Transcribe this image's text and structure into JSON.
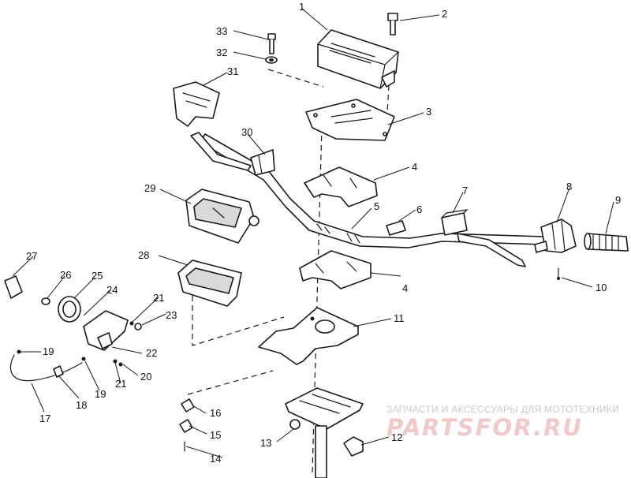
{
  "watermark": {
    "caption": "ЗАПЧАСТИ И АКСЕССУАРЫ ДЛЯ МОТОТЕХНИКИ",
    "brand": "PARTSFOR.RU",
    "brand_color": "#f2c9c9"
  },
  "callouts": [
    "1",
    "2",
    "3",
    "4",
    "5",
    "6",
    "7",
    "8",
    "9",
    "10",
    "11",
    "12",
    "13",
    "14",
    "15",
    "16",
    "17",
    "18",
    "19",
    "19",
    "20",
    "21",
    "21",
    "22",
    "23",
    "24",
    "25",
    "26",
    "27",
    "28",
    "29",
    "30",
    "31",
    "32",
    "33",
    "4"
  ]
}
